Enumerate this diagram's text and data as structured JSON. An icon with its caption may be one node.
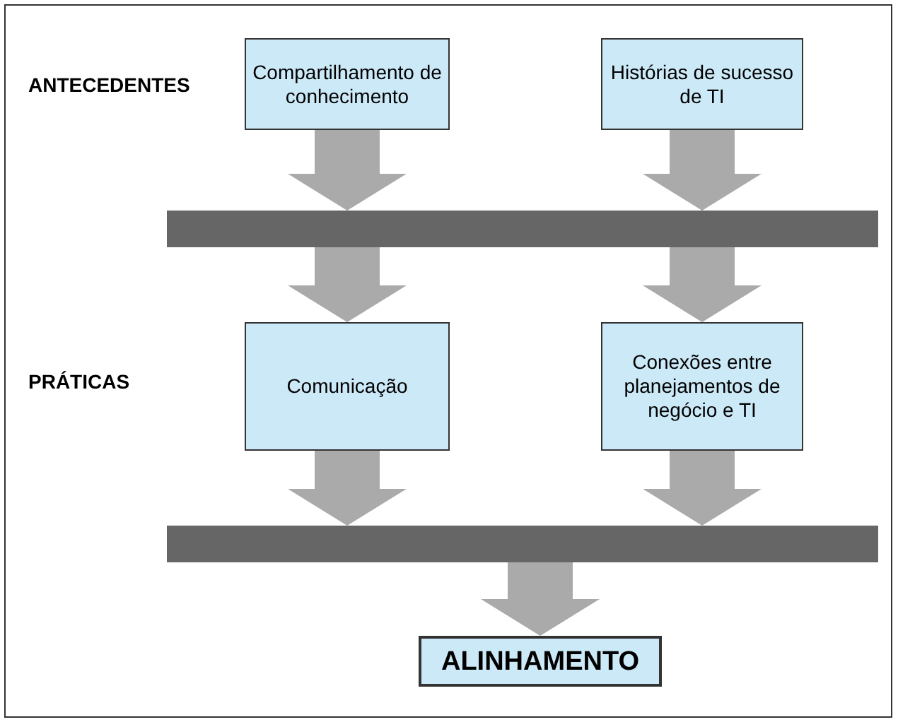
{
  "diagram": {
    "nodes": [
      {
        "text": [
          "Compartilhamento de conhecimento"
        ]
      },
      {
        "text": [
          "Histórias de sucesso de TI"
        ]
      },
      {
        "text": [],
        "shape": "bar"
      },
      {
        "text": [
          "Comunicação"
        ]
      },
      {
        "text": [
          "Conexões entre planejamentos de negócio e TI"
        ]
      },
      {
        "text": [],
        "shape": "bar"
      },
      {
        "text": [
          "ALINHAMENTO"
        ]
      }
    ],
    "edges": [
      {
        "from": 0,
        "to": 2,
        "arrow": "to"
      },
      {
        "from": 1,
        "to": 2,
        "arrow": "to"
      },
      {
        "from": 2,
        "to": 3,
        "arrow": "to"
      },
      {
        "from": 2,
        "to": 4,
        "arrow": "to"
      },
      {
        "from": 3,
        "to": 5,
        "arrow": "to"
      },
      {
        "from": 4,
        "to": 5,
        "arrow": "to"
      },
      {
        "from": 5,
        "to": 6,
        "arrow": "to"
      }
    ],
    "labels": [
      "ANTECEDENTES",
      "PRÁTICAS"
    ]
  }
}
